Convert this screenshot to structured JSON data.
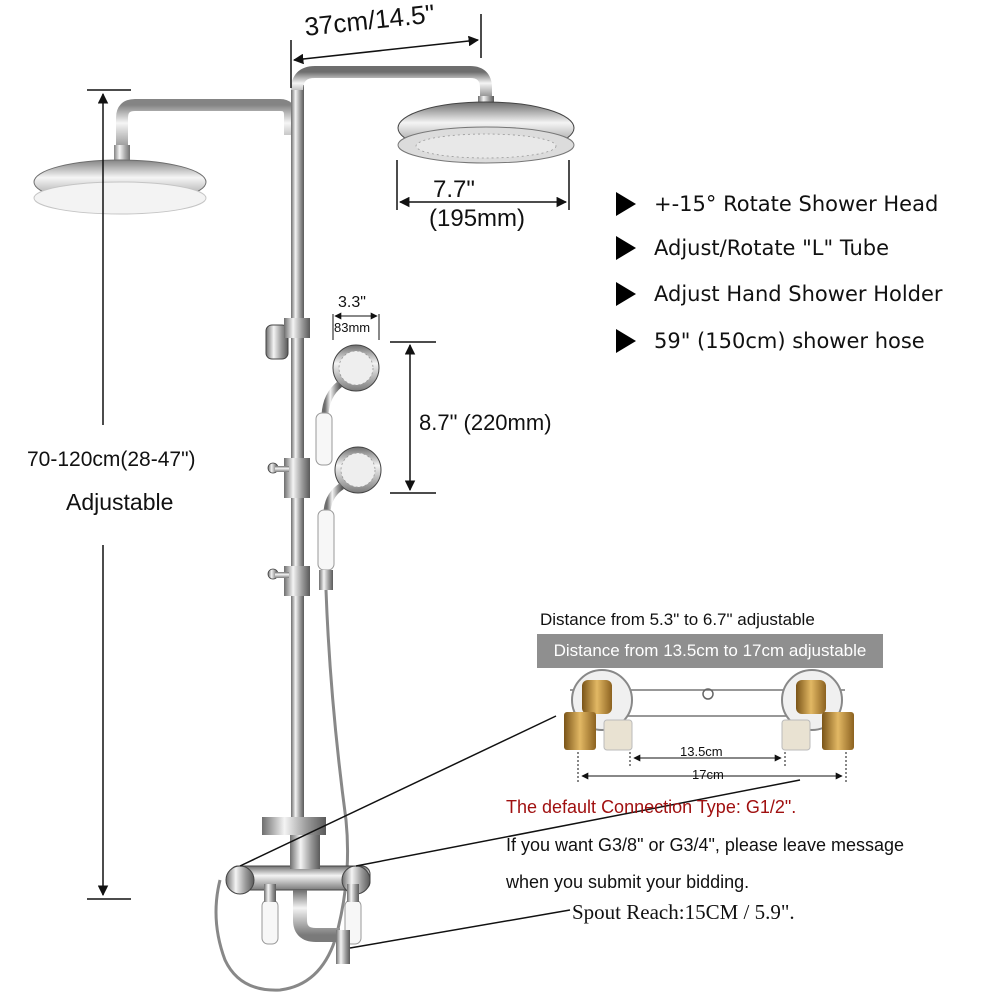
{
  "dimensions": {
    "arm_length": "37cm/14.5\"",
    "head_diameter_in": "7.7\"",
    "head_diameter_mm": "(195mm)",
    "hand_diameter_in": "3.3\"",
    "hand_diameter_mm": "83mm",
    "holder_travel": "8.7\" (220mm)",
    "height_range": "70-120cm(28-47\")",
    "height_note": "Adjustable"
  },
  "features": [
    "+-15° Rotate Shower Head",
    "Adjust/Rotate \"L\" Tube",
    "Adjust Hand Shower Holder",
    "59\" (150cm) shower hose"
  ],
  "connection": {
    "distance_in": "Distance from 5.3\" to 6.7\" adjustable",
    "distance_cm": "Distance from 13.5cm to 17cm adjustable",
    "inner_spacing": "13.5cm",
    "outer_spacing": "17cm",
    "default_type": "The default Connection Type: G1/2\".",
    "message_line1": "If you want G3/8\" or G3/4\", please leave message",
    "message_line2": "when you submit your bidding.",
    "spout_reach": "Spout Reach:15CM / 5.9\"."
  },
  "colors": {
    "chrome": "#b8b8b8",
    "brass": "#b8893a",
    "warning_text": "#a01010",
    "banner": "#8f8f8f"
  },
  "icons": [
    "triangle-bullet-icon"
  ]
}
